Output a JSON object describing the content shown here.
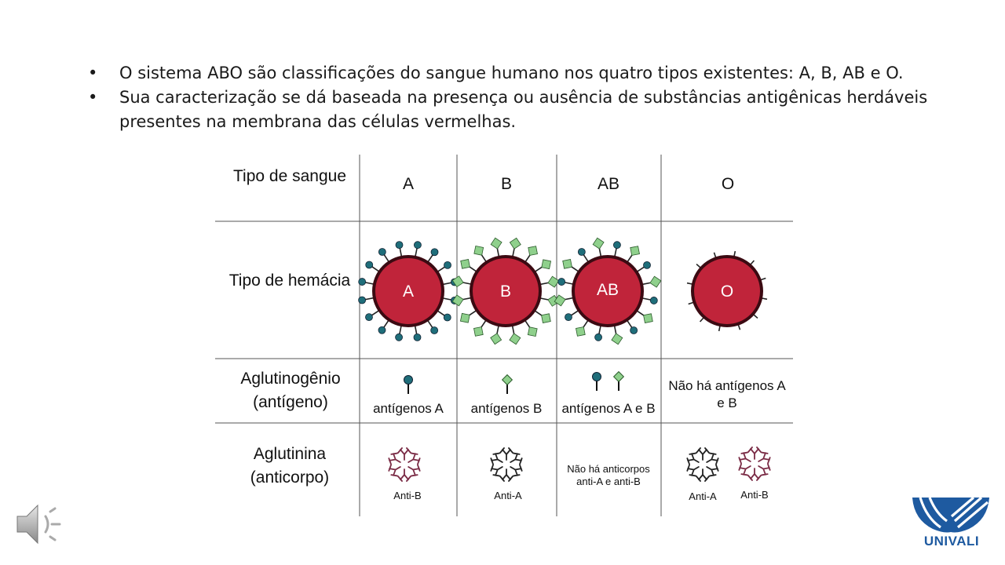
{
  "bullets": [
    "O sistema ABO são classificações do sangue humano nos quatro tipos existentes: A, B, AB e O.",
    "Sua caracterização se dá baseada na presença ou ausência de substâncias antigênicas herdáveis presentes na membrana das células vermelhas."
  ],
  "bullet_symbol": "•",
  "table": {
    "row_headers": {
      "blood_type": "Tipo de sangue",
      "red_cell": "Tipo de hemácia",
      "agglutinogen": "Aglutinogênio (antígeno)",
      "agglutinin": "Aglutinina (anticorpo)"
    },
    "columns": [
      "A",
      "B",
      "AB",
      "O"
    ],
    "cell_labels": [
      "A",
      "B",
      "AB",
      "O"
    ],
    "antigen_labels": [
      "antígenos A",
      "antígenos B",
      "antígenos A e B",
      "Não há antígenos A e B"
    ],
    "antibody_labels": {
      "a": "Anti-B",
      "b": "Anti-A",
      "ab": "Não há anticorpos anti-A e anti-B",
      "o_first": "Anti-A",
      "o_second": "Anti-B"
    }
  },
  "colors": {
    "cell_fill": "#c0243a",
    "cell_border": "#3b0a12",
    "antigen_a": "#1f6e7a",
    "antigen_b": "#8fd08c",
    "anti_b": "#7a2b45",
    "anti_a": "#222222",
    "brand": "#1e5aa0"
  },
  "icons": [
    "speaker-icon",
    "univali-logo"
  ],
  "brand": {
    "name": "UNIVALI"
  }
}
